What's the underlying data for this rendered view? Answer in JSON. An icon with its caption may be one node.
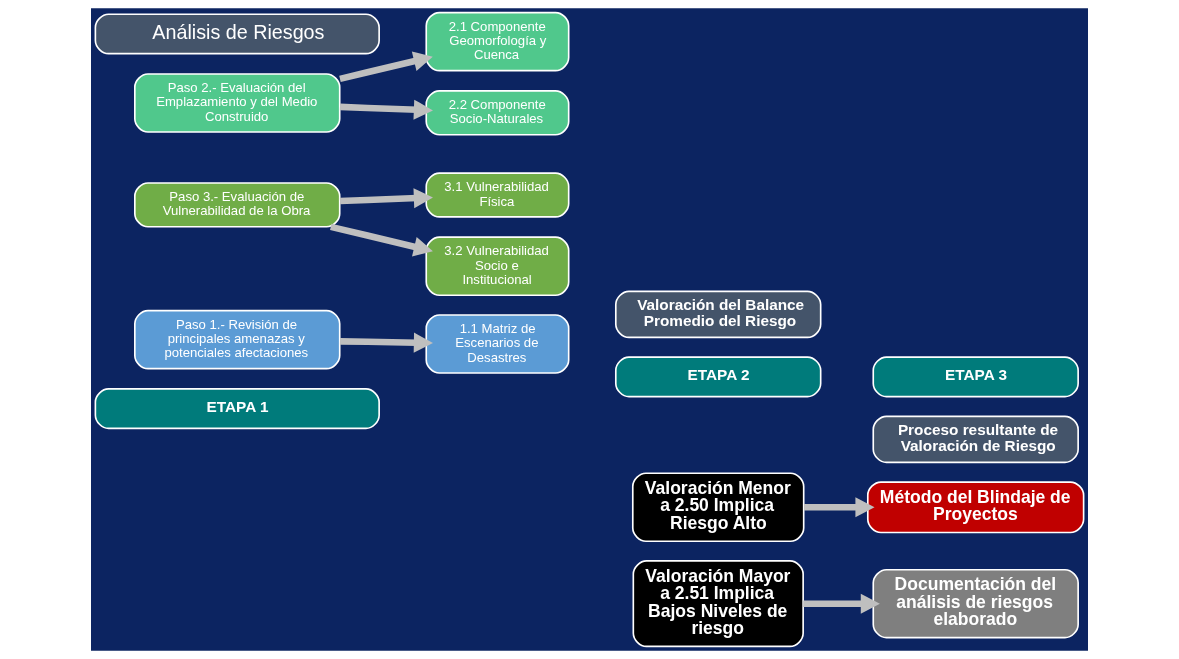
{
  "diagram": {
    "nodes": [
      {
        "text": [
          "ETAPA 1"
        ]
      },
      {
        "text": [
          "Análisis de Riesgos"
        ]
      },
      {
        "text": [
          "ETAPA 2"
        ]
      },
      {
        "text": [
          "Valoración del Balance Promedio del Riesgo"
        ]
      },
      {
        "text": [
          "ETAPA 3"
        ]
      },
      {
        "text": [
          "Proceso resultante de Valoración de Riesgo"
        ]
      },
      {
        "text": [
          "Paso 1.- Revisión de principales amenazas y potenciales afectaciones"
        ]
      },
      {
        "text": [
          "1.1 Matriz de Escenarios de Desastres"
        ]
      },
      {
        "text": [
          "Paso 2.- Evaluación del Emplazamiento y del Medio Construido"
        ]
      },
      {
        "text": [
          "2.1 Componente Geomorfología y Cuenca"
        ]
      },
      {
        "text": [
          "2.2 Componente Socio-Naturales"
        ]
      },
      {
        "text": [
          "Paso 3.- Evaluación de Vulnerabilidad de la Obra"
        ]
      },
      {
        "text": [
          "3.1 Vulnerabilidad Física"
        ]
      },
      {
        "text": [
          "3.2 Vulnerabilidad Socio e Institucional"
        ]
      },
      {
        "text": [
          "Valoración Menor a 2.50 Implica Riesgo Alto"
        ]
      },
      {
        "text": [
          "Método del Blindaje de Proyectos"
        ]
      },
      {
        "text": [
          "Valoración Mayor a 2.51 Implica Bajos Niveles de riesgo"
        ]
      },
      {
        "text": [
          "Documentación del análisis de riesgos elaborado"
        ]
      }
    ],
    "edges": [
      {
        "from": 6,
        "to": 7,
        "arrow": "to"
      },
      {
        "from": 8,
        "to": 9,
        "arrow": "to"
      },
      {
        "from": 8,
        "to": 10,
        "arrow": "to"
      },
      {
        "from": 11,
        "to": 12,
        "arrow": "to"
      },
      {
        "from": 11,
        "to": 13,
        "arrow": "to"
      },
      {
        "from": 14,
        "to": 15,
        "arrow": "to"
      },
      {
        "from": 16,
        "to": 17,
        "arrow": "to"
      }
    ]
  }
}
